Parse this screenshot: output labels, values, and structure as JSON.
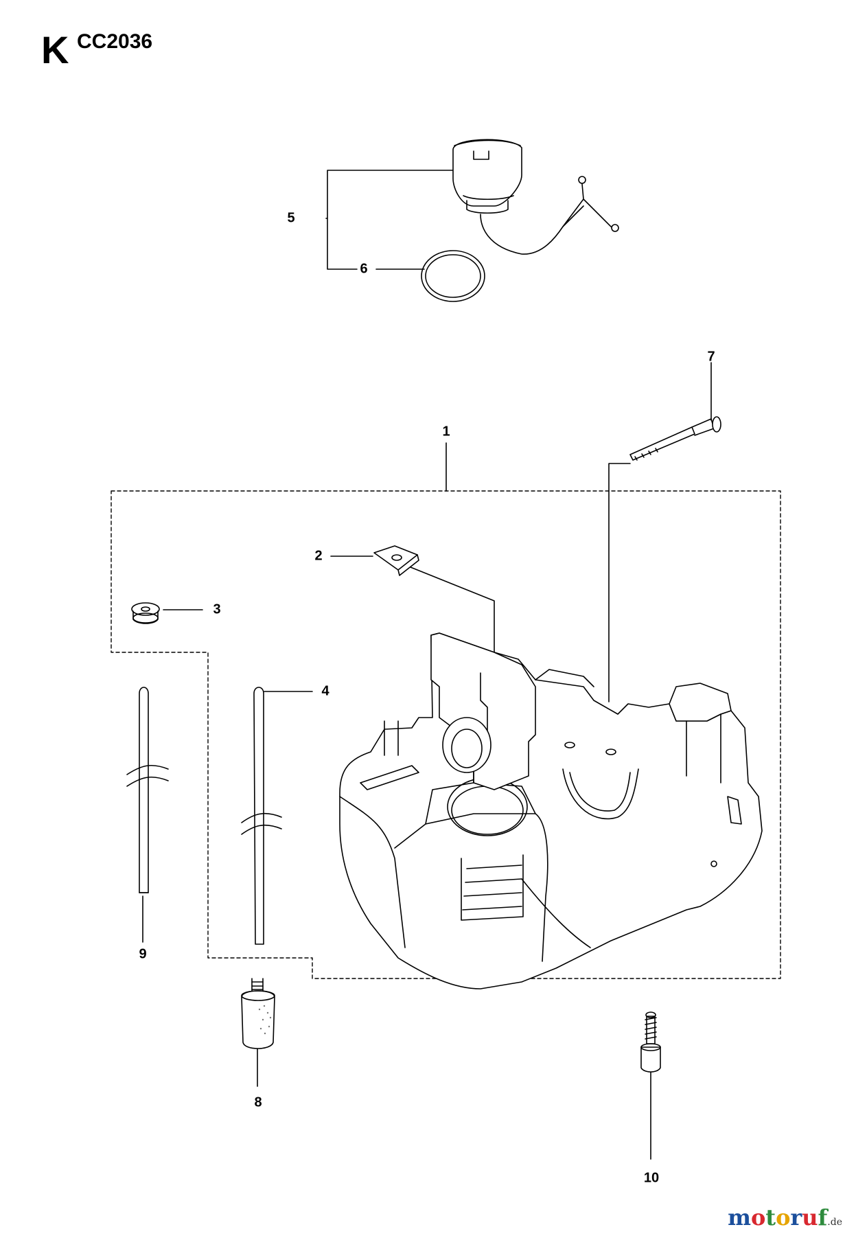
{
  "header": {
    "section_letter": "K",
    "model_code": "CC2036"
  },
  "callouts": [
    {
      "id": "1",
      "label": "1"
    },
    {
      "id": "2",
      "label": "2"
    },
    {
      "id": "3",
      "label": "3"
    },
    {
      "id": "4",
      "label": "4"
    },
    {
      "id": "5",
      "label": "5"
    },
    {
      "id": "6",
      "label": "6"
    },
    {
      "id": "7",
      "label": "7"
    },
    {
      "id": "8",
      "label": "8"
    },
    {
      "id": "9",
      "label": "9"
    },
    {
      "id": "10",
      "label": "10"
    }
  ],
  "watermark": {
    "letters": [
      "m",
      "o",
      "t",
      "o",
      "r",
      "u",
      "f"
    ],
    "letter_colors": [
      "#1b4f9c",
      "#d8282f",
      "#2e8b3d",
      "#e6a400",
      "#1b4f9c",
      "#d8282f",
      "#2e8b3d"
    ],
    "tld": ".de"
  }
}
